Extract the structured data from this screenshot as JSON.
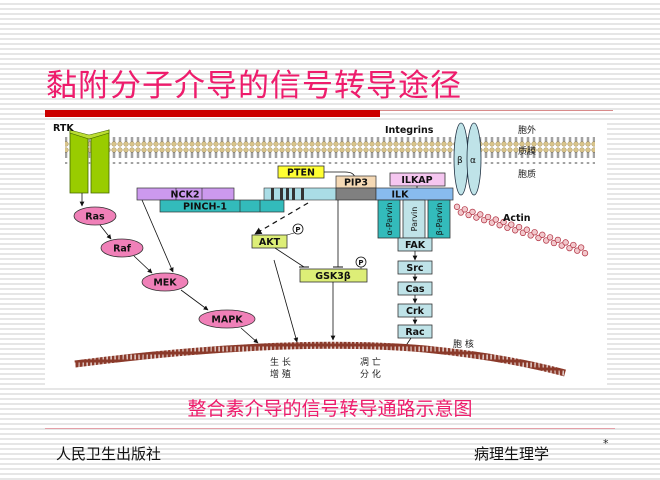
{
  "slide": {
    "title": "黏附分子介导的信号转导途径",
    "caption": "整合素介导的信号转导通路示意图",
    "footer_left": "人民卫生出版社",
    "footer_right": "病理生理学",
    "footer_mark": "*"
  },
  "colors": {
    "title": "#ee1c6c",
    "rule": "#cc0000",
    "rtk": "#99cc00",
    "pink_node": "#f080b8",
    "yellow_node": "#ffff33",
    "lime_node": "#ddee77",
    "purple_node": "#cc99ee",
    "teal_node": "#33bbbb",
    "light_blue_node": "#aadde6",
    "ilk": "#88bbee",
    "pip3": "#f5d9b5",
    "actin": "#cc6677",
    "nucleus": "#8b3a2a"
  },
  "diagram": {
    "labels": {
      "rtk": "RTK",
      "integrins": "Integrins",
      "extracellular": "胞外",
      "membrane": "质膜",
      "cytoplasm": "胞质",
      "actin": "Actin",
      "nucleus": "胞 核",
      "growth_1": "生  长",
      "growth_2": "增  殖",
      "diff_1": "凋  亡",
      "diff_2": "分  化",
      "beta": "β",
      "alpha": "α",
      "phospho": "P"
    },
    "nodes": {
      "ras": "Ras",
      "raf": "Raf",
      "mek": "MEK",
      "mapk": "MAPK",
      "nck2": "NCK2",
      "pinch1": "PINCH-1",
      "pten": "PTEN",
      "pip3": "PIP3",
      "ilkap": "ILKAP",
      "ilk": "ILK",
      "akt": "AKT",
      "gsk3b": "GSK3β",
      "a_parvin": "α-Parvin",
      "parvin": "Parvin",
      "b_parvin": "β-Parvin",
      "fak": "FAK",
      "src": "Src",
      "cas": "Cas",
      "crk": "Crk",
      "rac": "Rac"
    }
  }
}
